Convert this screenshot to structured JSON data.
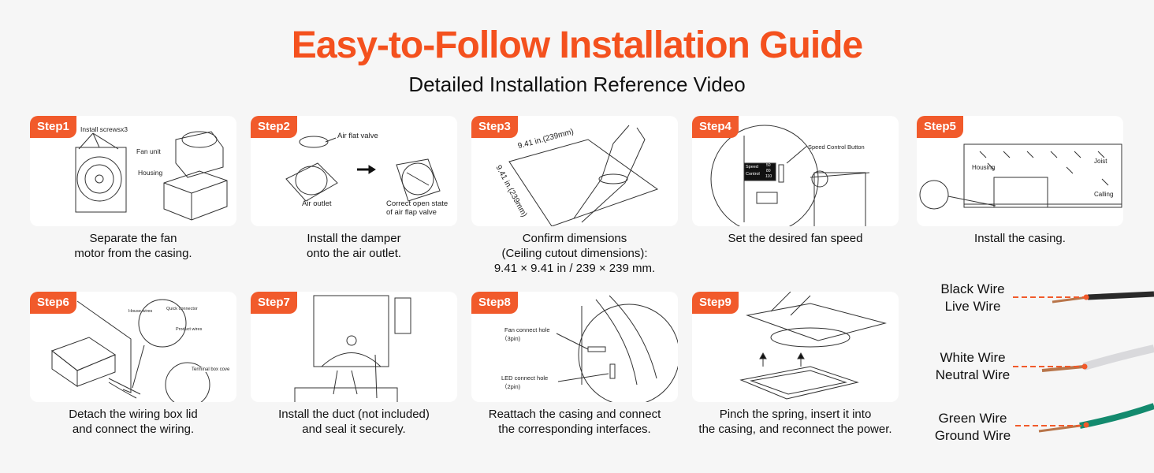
{
  "header": {
    "title": "Easy-to-Follow Installation Guide",
    "subtitle": "Detailed Installation Reference Video"
  },
  "steps": [
    {
      "badge": "Step1",
      "labels": [
        "Install screwsx3",
        "Fan unit",
        "Housing"
      ],
      "caption": [
        "Separate the fan",
        "motor from the casing."
      ]
    },
    {
      "badge": "Step2",
      "labels": [
        "Air flat valve",
        "Air outlet",
        "Correct open state",
        "of air flap valve"
      ],
      "caption": [
        "Install the damper",
        "onto the air outlet."
      ]
    },
    {
      "badge": "Step3",
      "labels": [
        "9.41 in.(239mm)",
        "9.41 in.(239mm)"
      ],
      "caption": [
        "Confirm dimensions",
        "(Ceiling cutout dimensions):",
        "9.41 × 9.41 in / 239 × 239 mm."
      ]
    },
    {
      "badge": "Step4",
      "labels": [
        "Speed Control Button",
        "Speed",
        "Control",
        "50",
        "80",
        "110"
      ],
      "caption": [
        "Set the desired fan speed"
      ]
    },
    {
      "badge": "Step5",
      "labels": [
        "Housing",
        "Joist",
        "Calling"
      ],
      "caption": [
        "Install the casing."
      ]
    },
    {
      "badge": "Step6",
      "labels": [
        "House wires",
        "Quick connector",
        "Product wires",
        "Terminal box cove"
      ],
      "caption": [
        "Detach the wiring box lid",
        "and connect the wiring."
      ]
    },
    {
      "badge": "Step7",
      "labels": [],
      "caption": [
        "Install the duct (not included)",
        "and seal it securely."
      ]
    },
    {
      "badge": "Step8",
      "labels": [
        "Fan connect hole",
        "（3pin)",
        "LED connect hole",
        "（2pin)"
      ],
      "caption": [
        "Reattach the casing and connect",
        "the corresponding interfaces."
      ]
    },
    {
      "badge": "Step9",
      "labels": [],
      "caption": [
        "Pinch the spring, insert it into",
        "the casing, and reconnect the power."
      ]
    }
  ],
  "wires": [
    {
      "line1": "Black Wire",
      "line2": "Live Wire",
      "color": "#2a2a2a"
    },
    {
      "line1": "White Wire",
      "line2": "Neutral Wire",
      "color": "#e4e4e6"
    },
    {
      "line1": "Green Wire",
      "line2": "Ground Wire",
      "color": "#138a6e"
    }
  ],
  "colors": {
    "accent": "#f15a2b",
    "title": "#f4511e"
  }
}
